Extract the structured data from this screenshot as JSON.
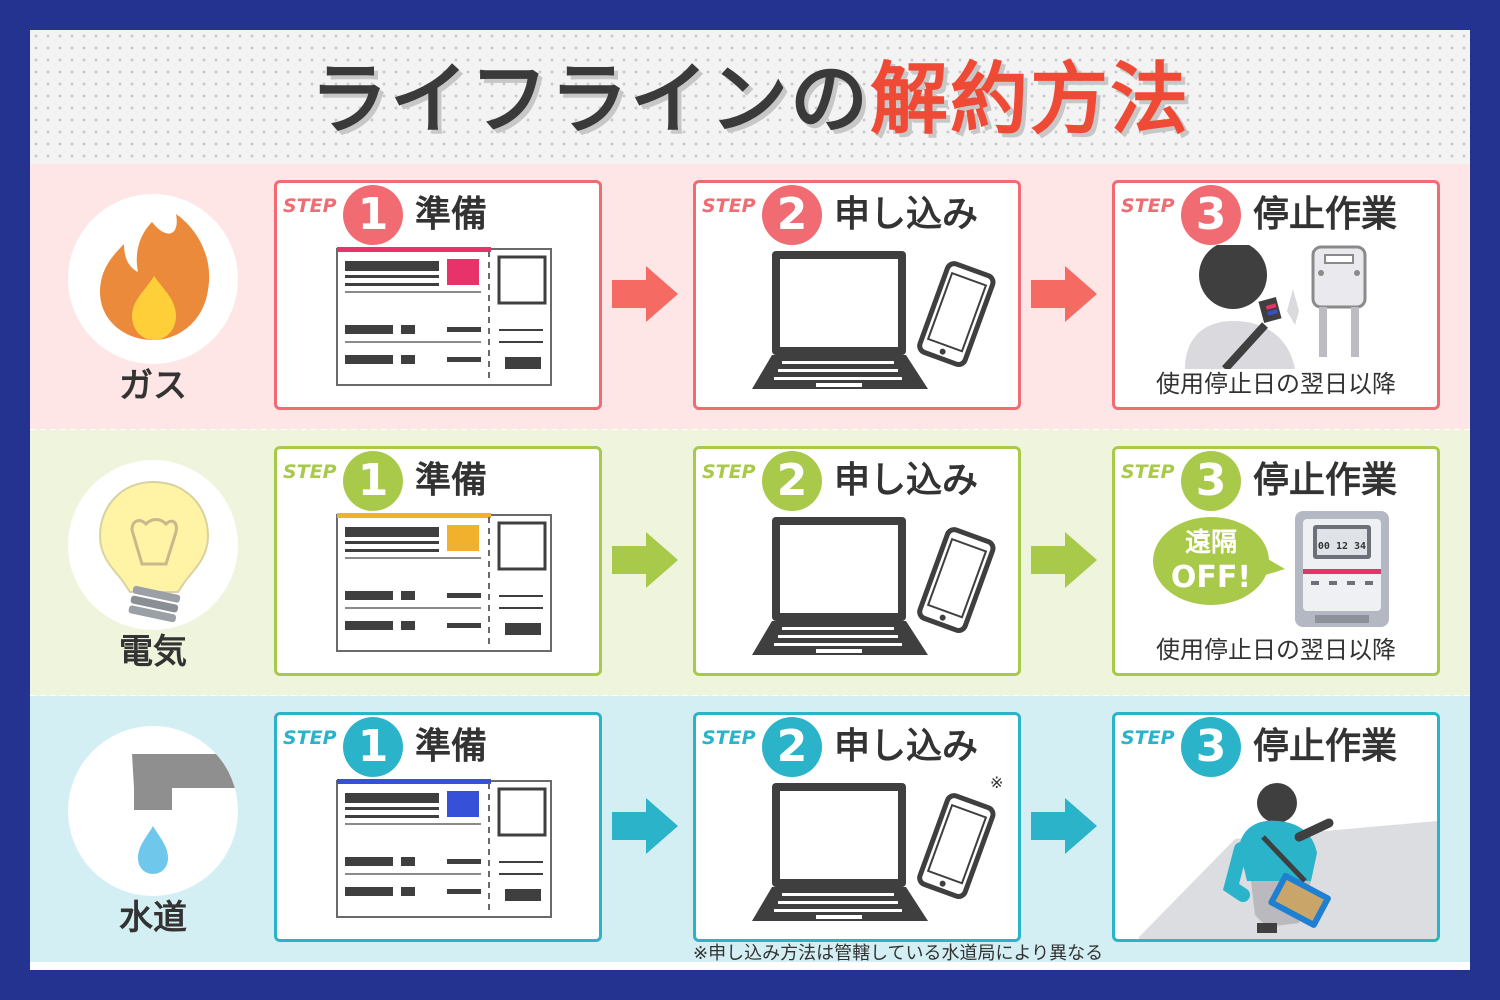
{
  "title": {
    "part1": "ライフラインの",
    "part2": "解約方法"
  },
  "step_word": "STEP",
  "rows": [
    {
      "key": "gas",
      "label": "ガス",
      "icon": "flame-icon",
      "accent": "#f06b72",
      "steps": [
        {
          "num": "1",
          "title": "準備"
        },
        {
          "num": "2",
          "title": "申し込み"
        },
        {
          "num": "3",
          "title": "停止作業",
          "note": "使用停止日の翌日以降"
        }
      ]
    },
    {
      "key": "electricity",
      "label": "電気",
      "icon": "light-bulb-icon",
      "accent": "#a9c94a",
      "steps": [
        {
          "num": "1",
          "title": "準備"
        },
        {
          "num": "2",
          "title": "申し込み"
        },
        {
          "num": "3",
          "title": "停止作業",
          "note": "使用停止日の翌日以降",
          "bubble_line1": "遠隔",
          "bubble_line2": "OFF!",
          "meter_reading": "00 12 34"
        }
      ]
    },
    {
      "key": "water",
      "label": "水道",
      "icon": "water-faucet-icon",
      "accent": "#2ab3c9",
      "steps": [
        {
          "num": "1",
          "title": "準備"
        },
        {
          "num": "2",
          "title": "申し込み",
          "mark": "※"
        },
        {
          "num": "3",
          "title": "停止作業"
        }
      ]
    }
  ],
  "footnote": "※申し込み方法は管轄している水道局により異なる",
  "colors": {
    "frame": "#24338f",
    "title_red": "#ee4a36",
    "title_dark": "#3a3a3a",
    "ink": "#3f3f3f"
  }
}
